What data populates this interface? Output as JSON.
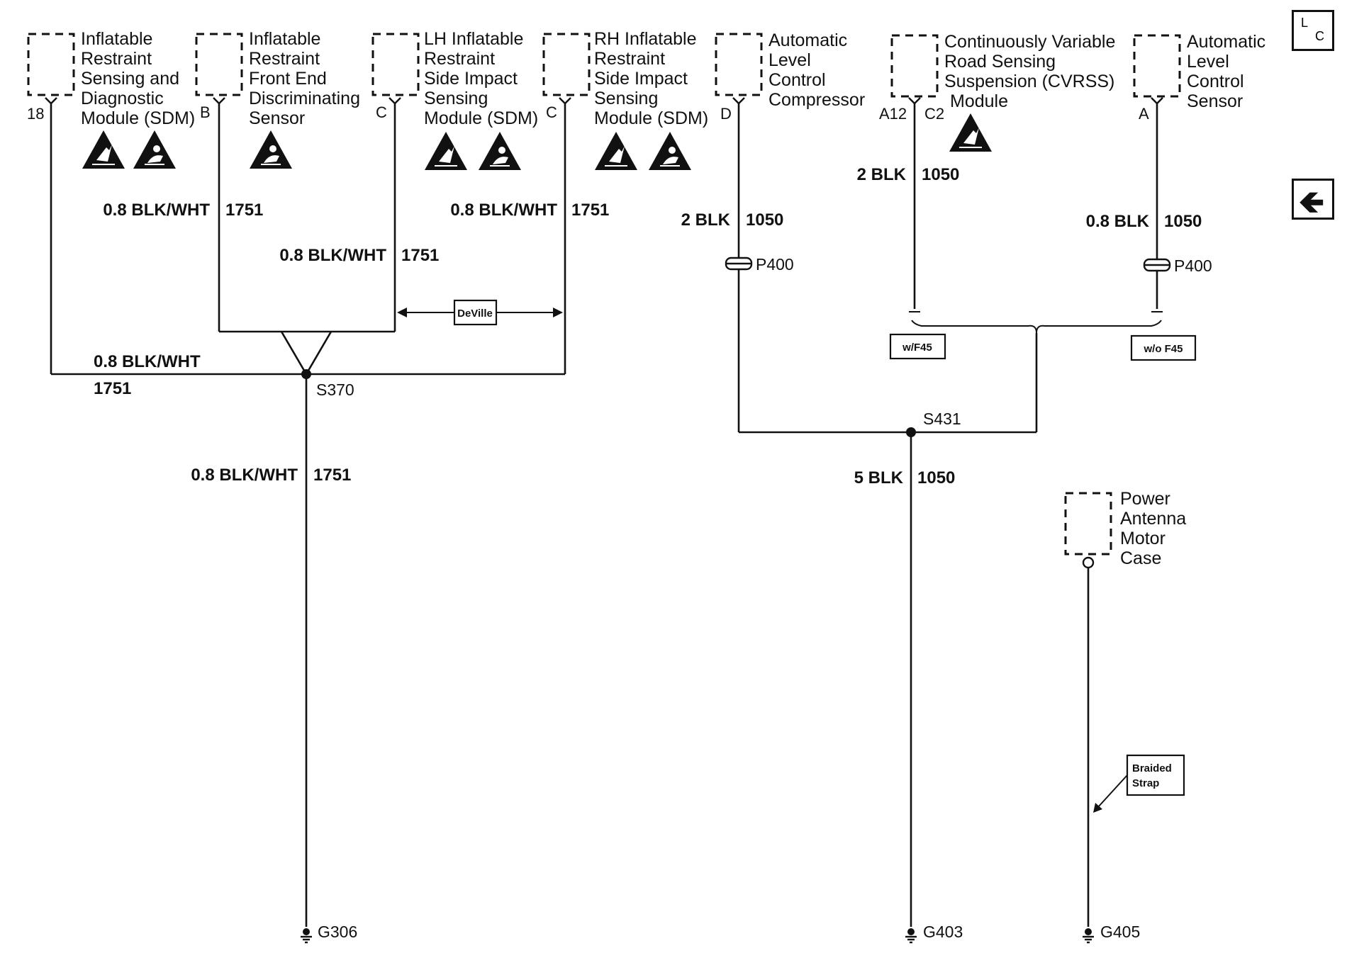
{
  "nav": {
    "loc_top": "L",
    "loc_bottom": "C",
    "back_glyph": "🡸",
    "back_icon": "arrow-left-icon"
  },
  "components": {
    "sdm": {
      "lines": [
        "Inflatable",
        "Restraint",
        "Sensing and",
        "Diagnostic",
        "Module (SDM)"
      ],
      "pin": "18"
    },
    "fed": {
      "lines": [
        "Inflatable",
        "Restraint",
        "Front End",
        "Discriminating",
        "Sensor"
      ],
      "pin": "B"
    },
    "lh": {
      "lines": [
        "LH Inflatable",
        "Restraint",
        "Side Impact",
        "Sensing",
        "Module (SDM)"
      ],
      "pin": "C"
    },
    "rh": {
      "lines": [
        "RH Inflatable",
        "Restraint",
        "Side Impact",
        "Sensing",
        "Module (SDM)"
      ],
      "pin": "C"
    },
    "alc": {
      "lines": [
        "Automatic",
        "Level",
        "Control",
        "Compressor"
      ],
      "pin": "D"
    },
    "cvrss": {
      "lines": [
        "Continuously Variable",
        "Road Sensing",
        "Suspension (CVRSS)",
        "Module"
      ],
      "pin_a": "A12",
      "pin_b": "C2"
    },
    "als": {
      "lines": [
        "Automatic",
        "Level",
        "Control",
        "Sensor"
      ],
      "pin": "A"
    },
    "antenna": {
      "lines": [
        "Power",
        "Antenna",
        "Motor",
        "Case"
      ]
    }
  },
  "wires": {
    "blkwht": "0.8 BLK/WHT",
    "c1751": "1751",
    "blk2": "2 BLK",
    "blk08": "0.8 BLK",
    "blk5": "5 BLK",
    "c1050": "1050"
  },
  "connectors": {
    "p400": "P400"
  },
  "splices": {
    "s370": "S370",
    "s431": "S431"
  },
  "grounds": {
    "g306": "G306",
    "g403": "G403",
    "g405": "G405"
  },
  "options": {
    "deville": "DeVille",
    "wf45": "w/F45",
    "wof45": "w/o F45"
  },
  "notes": {
    "braided_l1": "Braided",
    "braided_l2": "Strap"
  },
  "icons": {
    "esd": "esd-warning-icon",
    "airbag": "airbag-warning-icon"
  }
}
